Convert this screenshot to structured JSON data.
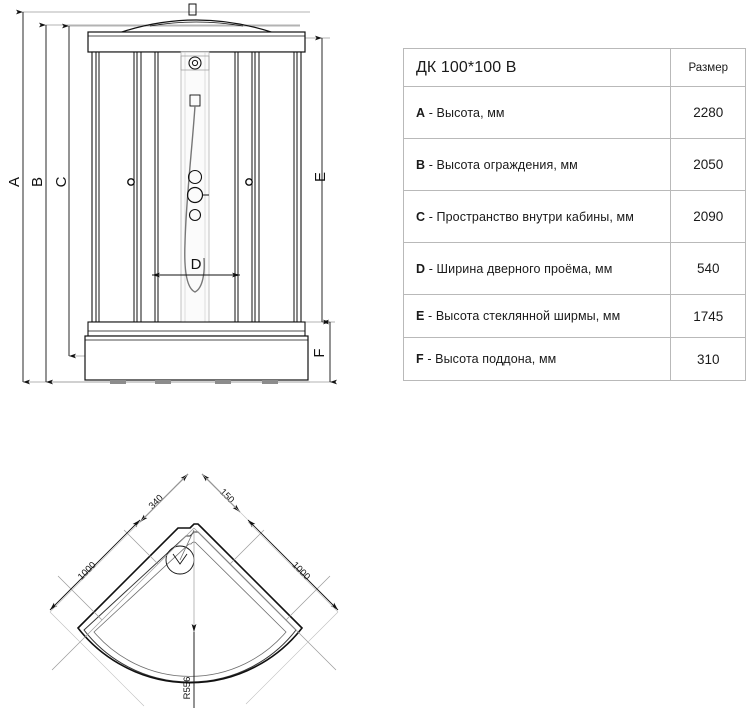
{
  "table": {
    "header": {
      "title": "ДК 100*100 В",
      "value_col": "Размер"
    },
    "rows": [
      {
        "key": "A",
        "label": " - Высота, мм",
        "value": "2280"
      },
      {
        "key": "B",
        "label": " - Высота ограждения, мм",
        "value": "2050"
      },
      {
        "key": "C",
        "label": " - Пространство внутри кабины, мм",
        "value": "2090"
      },
      {
        "key": "D",
        "label": " - Ширина дверного проёма, мм",
        "value": "540"
      },
      {
        "key": "E",
        "label": " - Высота стеклянной ширмы, мм",
        "value": "1745"
      },
      {
        "key": "F",
        "label": " - Высота поддона, мм",
        "value": "310"
      }
    ]
  },
  "elevation": {
    "dimension_labels": {
      "a": "A",
      "b": "B",
      "c": "C",
      "d": "D",
      "e": "E",
      "f": "F"
    }
  },
  "plan": {
    "dimensions": {
      "left_overall": "1000",
      "right_overall": "1000",
      "left_inner": "340",
      "right_inner": "150",
      "radius": "R556"
    }
  },
  "colors": {
    "line": "#111111",
    "thin_line": "#6d6d6d",
    "table_border": "#b9b9b9",
    "background": "#ffffff"
  }
}
